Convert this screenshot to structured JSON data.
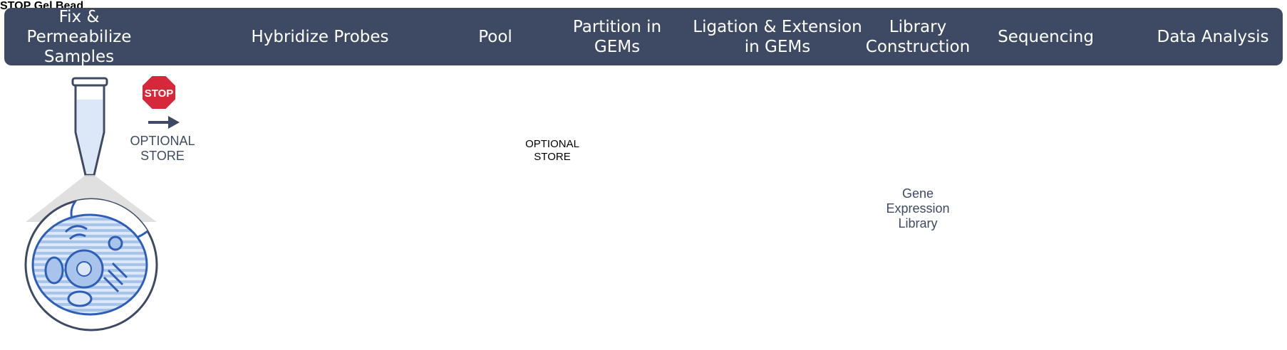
{
  "stages": [
    {
      "id": "fix",
      "label": "Fix & Permeabilize\nSamples"
    },
    {
      "id": "hybridize",
      "label": "Hybridize Probes"
    },
    {
      "id": "pool",
      "label": "Pool"
    },
    {
      "id": "partition",
      "label": "Partition in\nGEMs"
    },
    {
      "id": "ligation",
      "label": "Ligation & Extension\nin GEMs"
    },
    {
      "id": "library",
      "label": "Library\nConstruction"
    },
    {
      "id": "sequencing",
      "label": "Sequencing"
    },
    {
      "id": "analysis",
      "label": "Data Analysis"
    }
  ],
  "stop_sign": "STOP",
  "optional_store_1": "OPTIONAL\nSTORE",
  "optional_store_2": "OPTIONAL\nSTORE",
  "gel_bead_label": "Gel Bead",
  "library_caption": "Gene\nExpression\nLibrary",
  "colors": {
    "header": "#3e4a63",
    "dark_blue": "#1f3a8a",
    "light_blue": "#dce8f7",
    "mid_blue": "#a9c4ea",
    "outline": "#3e4a63",
    "stop_red": "#d6283a",
    "probe_green": "#7cbf45",
    "probe_red": "#e8604c",
    "probe_yellow": "#f2c21b",
    "probe_blue": "#1f3a8a"
  }
}
